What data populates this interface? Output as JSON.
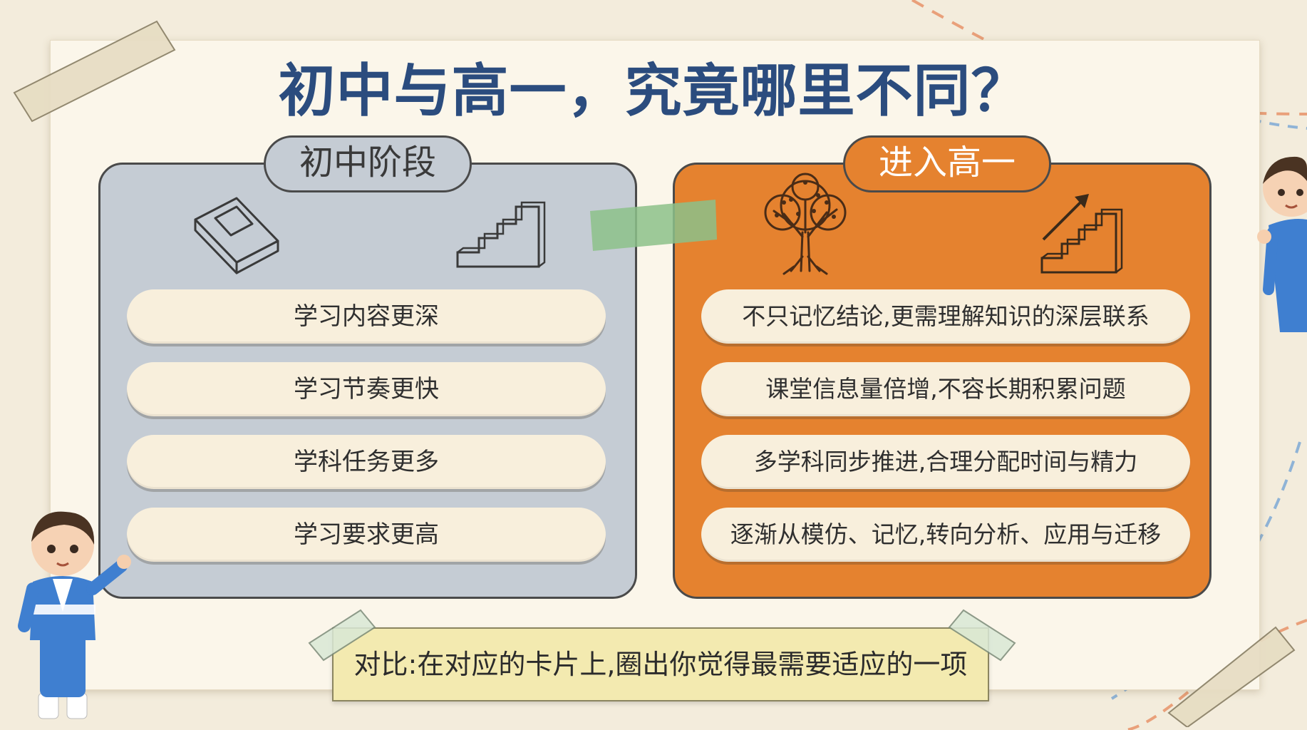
{
  "title": "初中与高一，究竟哪里不同？",
  "junior": {
    "tab_label": "初中阶段",
    "items": [
      "学习内容更深",
      "学习节奏更快",
      "学科任务更多",
      "学习要求更高"
    ]
  },
  "senior": {
    "tab_label": "进入高一",
    "items": [
      "不只记忆结论,更需理解知识的深层联系",
      "课堂信息量倍增,不容长期积累问题",
      "多学科同步推进,合理分配时间与精力",
      "逐渐从模仿、记忆,转向分析、应用与迁移"
    ]
  },
  "prompt": "对比:在对应的卡片上,圈出你觉得最需要适应的一项",
  "colors": {
    "background": "#f3ecdc",
    "paper": "#fbf6ea",
    "title": "#2b4c7e",
    "junior_panel": "#c5ccd4",
    "senior_panel": "#e5822f",
    "pill": "#f8efdc",
    "banner": "#f3eab0",
    "tape_green": "#8cc18a"
  },
  "icons": {
    "junior": [
      "book-icon",
      "stairs-icon"
    ],
    "senior": [
      "tree-icon",
      "rising-stairs-arrow-icon"
    ],
    "characters": [
      "student-character-left",
      "student-character-right"
    ]
  }
}
